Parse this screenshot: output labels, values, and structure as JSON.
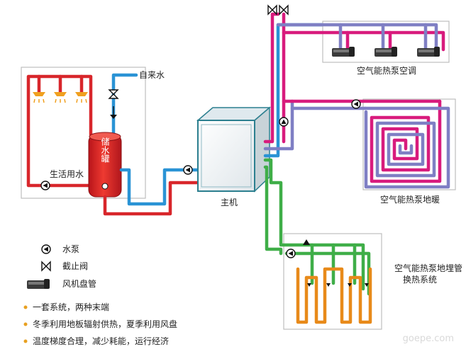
{
  "labels": {
    "tap_water": "自来水",
    "domestic_water": "生活用水",
    "tank": "储水罐",
    "main_unit": "主机",
    "ac_system": "空气能热泵空调",
    "floor_heating": "空气能热泵地暖",
    "ground_pipe_line1": "空气能热泵地埋管",
    "ground_pipe_line2": "换热系统"
  },
  "legend": [
    {
      "icon": "pump-icon",
      "label": "水泵"
    },
    {
      "icon": "stop-valve-icon",
      "label": "截止阀"
    },
    {
      "icon": "fan-coil-icon",
      "label": "风机盘管"
    }
  ],
  "notes": [
    "一套系统，两种末端",
    "冬季利用地板辐射供热，夏季利用风盘",
    "温度梯度合理，减少耗能，运行经济"
  ],
  "watermark": "goepe.com",
  "colors": {
    "blue_pipe": "#2a93d5",
    "red_pipe": "#d8262b",
    "pink_pipe": "#d81b7d",
    "lavender_pipe": "#7f7fc4",
    "green_pipe": "#3fae48",
    "orange_pipe": "#e88a1a",
    "bullet": "#e8a020"
  }
}
